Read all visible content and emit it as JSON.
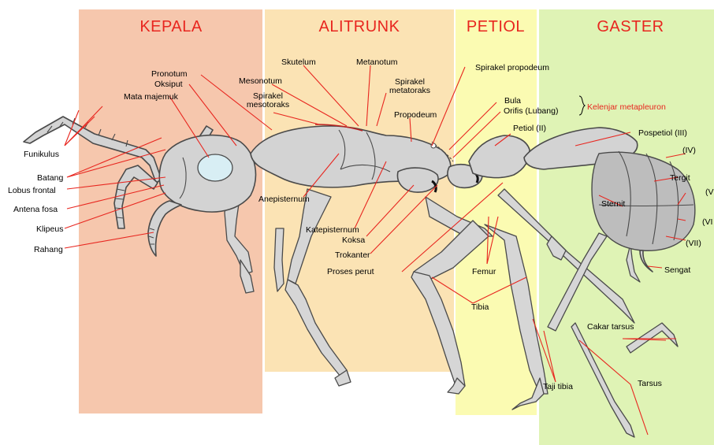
{
  "regions": {
    "kepala": "KEPALA",
    "alitrunk": "ALITRUNK",
    "petiol": "PETIOL",
    "gaster": "GASTER"
  },
  "colors": {
    "kepala_bg": "#f6c7ad",
    "alitrunk_bg": "#fbe3b4",
    "petiol_bg": "#fbfbb2",
    "gaster_bg": "#dff3b5",
    "title_red": "#e8261f",
    "body_gray": "#d3d3d3"
  },
  "labels": {
    "funikulus": "Funikulus",
    "batang": "Batang",
    "lobus_frontal": "Lobus frontal",
    "antena_fosa": "Antena fosa",
    "klipeus": "Klipeus",
    "rahang": "Rahang",
    "mata_majemuk": "Mata majemuk",
    "oksiput": "Oksiput",
    "pronotum": "Pronotum",
    "mesonotum": "Mesonotum",
    "skutelum": "Skutelum",
    "spirakel_mesotoraks_1": "Spirakel",
    "spirakel_mesotoraks_2": "mesotoraks",
    "metanotum": "Metanotum",
    "spirakel_metatoraks_1": "Spirakel",
    "spirakel_metatoraks_2": "metatoraks",
    "propodeum": "Propodeum",
    "spirakel_propodeum": "Spirakel propodeum",
    "bula": "Bula",
    "orifis": "Orifis (Lubang)",
    "kelenjar_metapleuron": "Kelenjar metapleuron",
    "petiol_ii": "Petiol (II)",
    "pospetiol_iii": "Pospetiol (III)",
    "seg_iv": "(IV)",
    "tergit": "Tergit",
    "seg_v": "(V",
    "sternit": "Sternit",
    "seg_vi": "(VI",
    "seg_vii": "(VII)",
    "sengat": "Sengat",
    "anepisternum": "Anepisternum",
    "katepisternum": "Katepisternum",
    "koksa": "Koksa",
    "trokanter": "Trokanter",
    "proses_perut": "Proses perut",
    "femur": "Femur",
    "tibia": "Tibia",
    "taji_tibia": "Taji tibia",
    "cakar_tarsus": "Cakar tarsus",
    "tarsus": "Tarsus"
  }
}
